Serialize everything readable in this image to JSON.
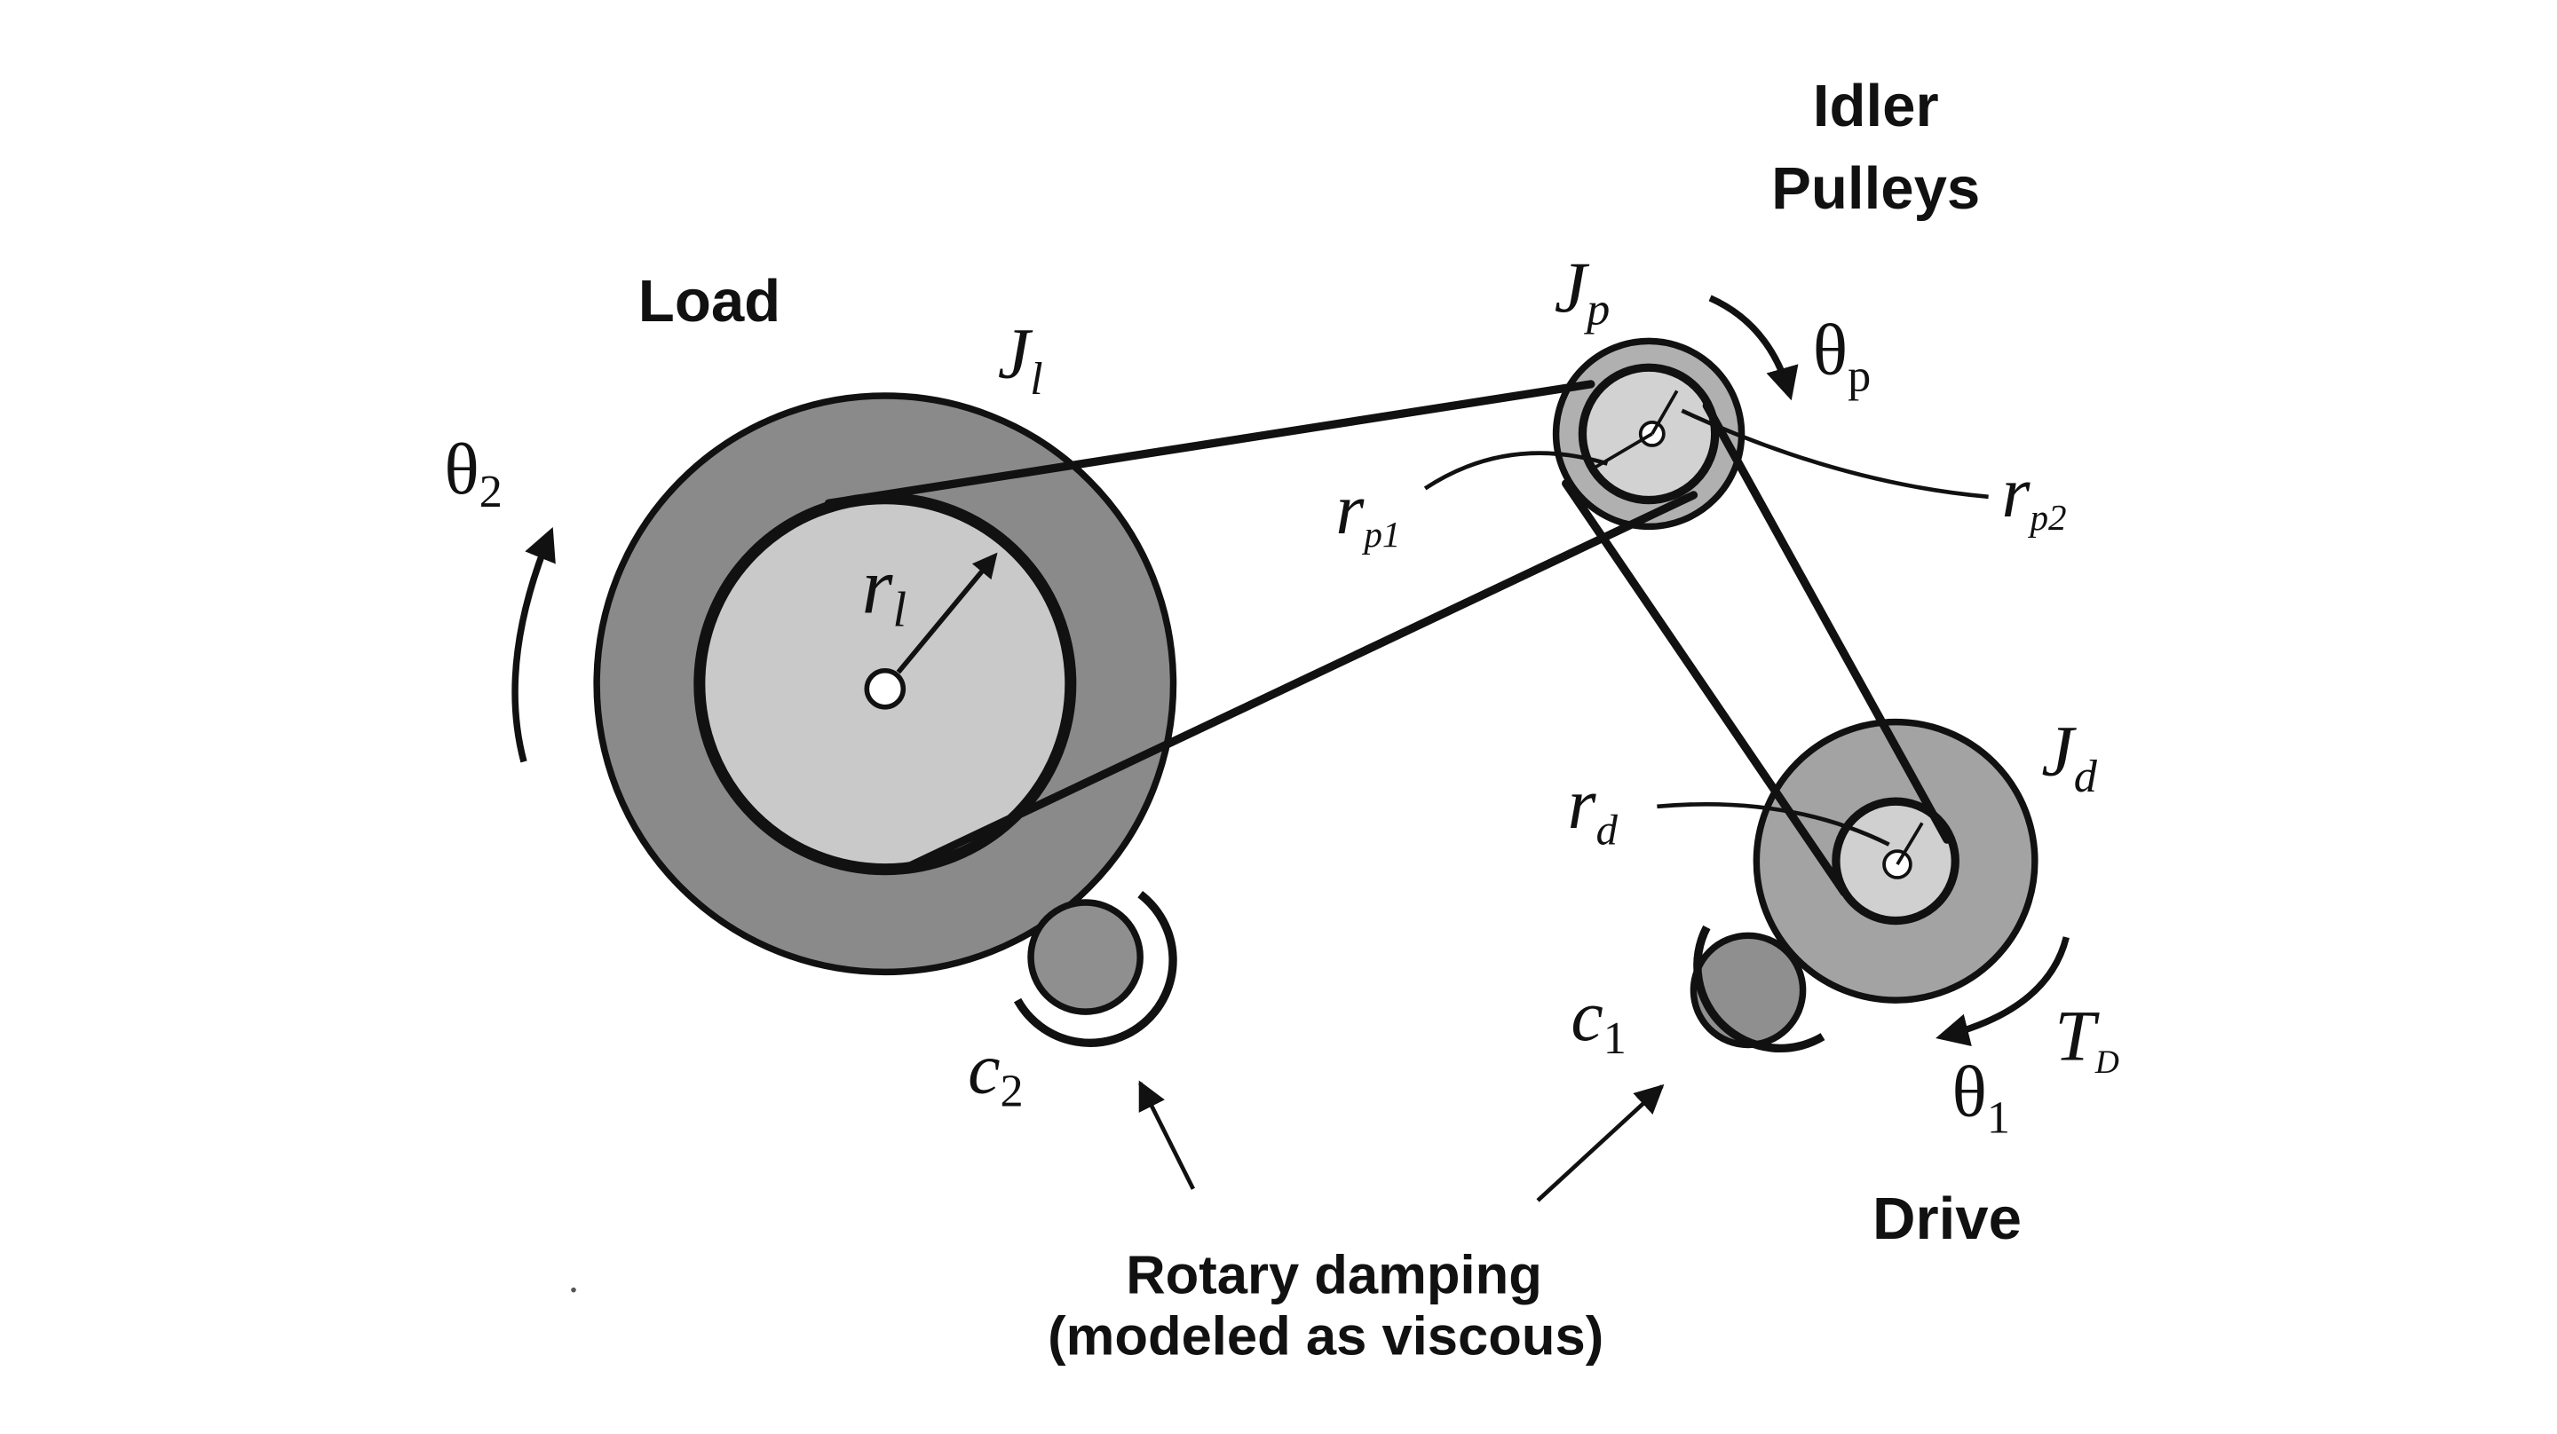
{
  "labels": {
    "idler_title_line1": "Idler",
    "idler_title_line2": "Pulleys",
    "load_title": "Load",
    "drive_title": "Drive",
    "damping_line1": "Rotary damping",
    "damping_line2": "(modeled as viscous)"
  },
  "symbols": {
    "theta2": {
      "base": "θ",
      "sub": "2"
    },
    "theta_p": {
      "base": "θ",
      "sub": "p"
    },
    "theta1": {
      "base": "θ",
      "sub": "1"
    },
    "J_l": {
      "base": "J",
      "sub": "l"
    },
    "J_p": {
      "base": "J",
      "sub": "p"
    },
    "J_d": {
      "base": "J",
      "sub": "d"
    },
    "r_l": {
      "base": "r",
      "sub": "l"
    },
    "r_p1": {
      "base": "r",
      "sub": "p1"
    },
    "r_p2": {
      "base": "r",
      "sub": "p2"
    },
    "r_d": {
      "base": "r",
      "sub": "d"
    },
    "c1": {
      "base": "c",
      "sub": "1"
    },
    "c2": {
      "base": "c",
      "sub": "2"
    },
    "T_D": {
      "base": "T",
      "sub": "D"
    }
  },
  "colors": {
    "ink": "#111111",
    "outer_disk": "#8a8a8a",
    "inner_disk": "#c9c9c9",
    "drive_outer": "#a3a3a3",
    "damper_disk": "#8f8f8f"
  }
}
